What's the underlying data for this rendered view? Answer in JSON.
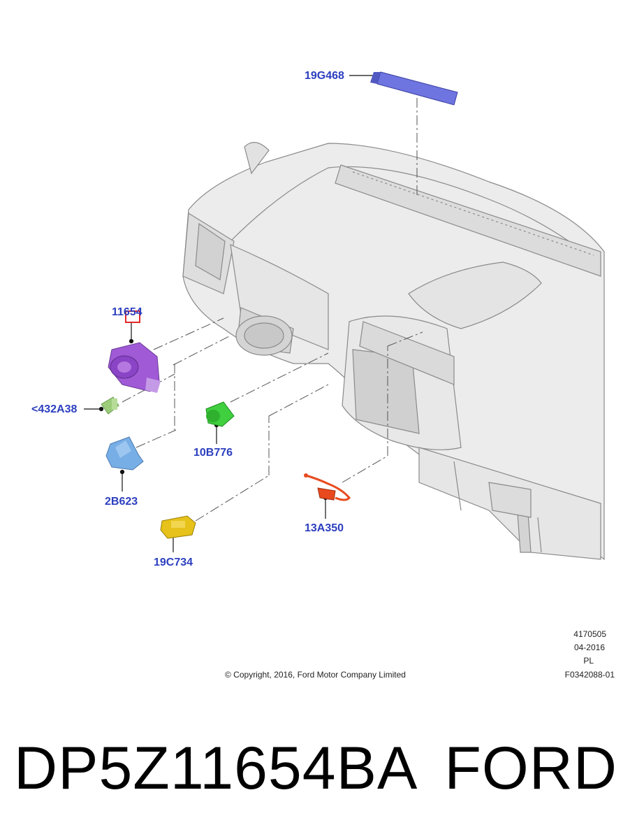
{
  "callouts": {
    "c19g468": "19G468",
    "c11654": "11654",
    "c432a38": "<432A38",
    "c10b776": "10B776",
    "c2b623": "2B623",
    "c19c734": "19C734",
    "c13a350": "13A350"
  },
  "meta": {
    "copyright": "© Copyright, 2016, Ford Motor Company Limited",
    "ref_number": "4170505",
    "date": "04-2016",
    "lang": "PL",
    "figure_id": "F0342088-01"
  },
  "footer": {
    "part_number": "DP5Z11654BA",
    "brand": "FORD"
  },
  "colors": {
    "callout": "#2c3fbf",
    "part_19g468": "#6e74e0",
    "part_11654": "#a05ad6",
    "part_432a38": "#9ccc7a",
    "part_10b776": "#3fcf3f",
    "part_2b623": "#78aee6",
    "part_19c734": "#e6c21a",
    "part_13a350": "#e84a1e",
    "highlight_box": "#e01010"
  }
}
